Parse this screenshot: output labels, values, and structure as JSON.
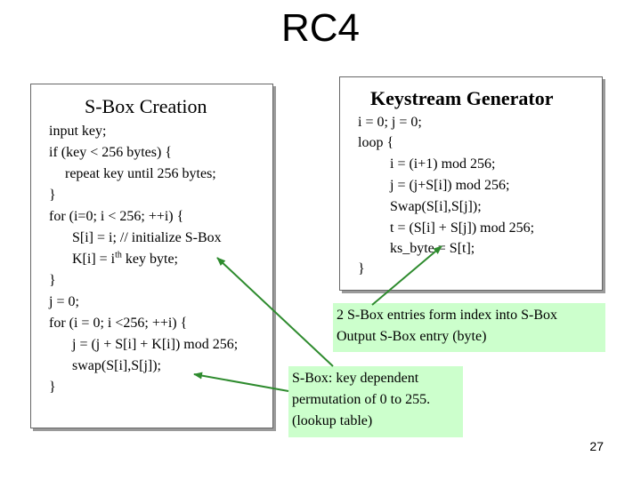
{
  "title": "RC4",
  "sbox_creation": {
    "heading": "S-Box Creation",
    "lines": [
      "input key;",
      "if (key < 256 bytes) {",
      "repeat key until 256 bytes;",
      "}",
      "for (i=0; i < 256; ++i) {",
      "S[i] = i; // initialize S-Box",
      "K[i] = i",
      "}",
      "j = 0;",
      "for (i = 0; i <256; ++i) {",
      "j = (j + S[i] + K[i]) mod 256;",
      "swap(S[i],S[j]);",
      "}"
    ],
    "k_line": {
      "base": "K[i] = i",
      "sup": "th",
      "rest": " key byte;"
    }
  },
  "keystream": {
    "heading": "Keystream Generator",
    "lines": [
      "i = 0; j = 0;",
      "loop {",
      "i = (i+1) mod 256;",
      "j = (j+S[i]) mod 256;",
      "Swap(S[i],S[j]);",
      "t = (S[i] + S[j]) mod 256;",
      "ks_byte = S[t];",
      "}"
    ]
  },
  "notes": {
    "sbox_entries": [
      "2 S-Box entries form index into S-Box",
      "Output S-Box entry (byte)"
    ],
    "sbox_def": [
      "S-Box: key dependent",
      "permutation of 0 to 255.",
      "(lookup table)"
    ]
  },
  "page_number": "27",
  "colors": {
    "note_bg": "#ccffcc",
    "arrow": "#2e8b2e",
    "box_shadow": "#9a9a9a"
  }
}
